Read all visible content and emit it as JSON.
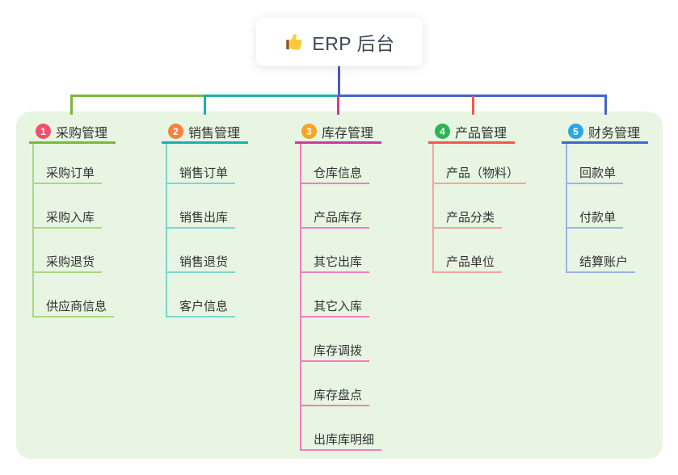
{
  "root": {
    "label": "ERP 后台",
    "icon": "thumbs-up-icon",
    "drop_line_color": "#4C55C4"
  },
  "panel": {
    "background": "#E7F5E2"
  },
  "branches": [
    {
      "num": "1",
      "label": "采购管理",
      "color": "#7CB83E",
      "light_color": "#ABD783",
      "badge_color": "#F0506E",
      "children": [
        "采购订单",
        "采购入库",
        "采购退货",
        "供应商信息"
      ]
    },
    {
      "num": "2",
      "label": "销售管理",
      "color": "#18B2AB",
      "light_color": "#7FD4CD",
      "badge_color": "#F5823F",
      "children": [
        "销售订单",
        "销售出库",
        "销售退货",
        "客户信息"
      ]
    },
    {
      "num": "3",
      "label": "库存管理",
      "color": "#CE3A9E",
      "light_color": "#F07EC0",
      "badge_color": "#F7A426",
      "children": [
        "仓库信息",
        "产品库存",
        "其它出库",
        "其它入库",
        "库存调拨",
        "库存盘点",
        "出库库明细"
      ]
    },
    {
      "num": "4",
      "label": "产品管理",
      "color": "#F25850",
      "light_color": "#F8A29D",
      "badge_color": "#2EB454",
      "children": [
        "产品（物料）",
        "产品分类",
        "产品单位"
      ]
    },
    {
      "num": "5",
      "label": "财务管理",
      "color": "#4365CB",
      "light_color": "#9DB3E8",
      "badge_color": "#2EA4E4",
      "children": [
        "回款单",
        "付款单",
        "结算账户"
      ]
    }
  ]
}
